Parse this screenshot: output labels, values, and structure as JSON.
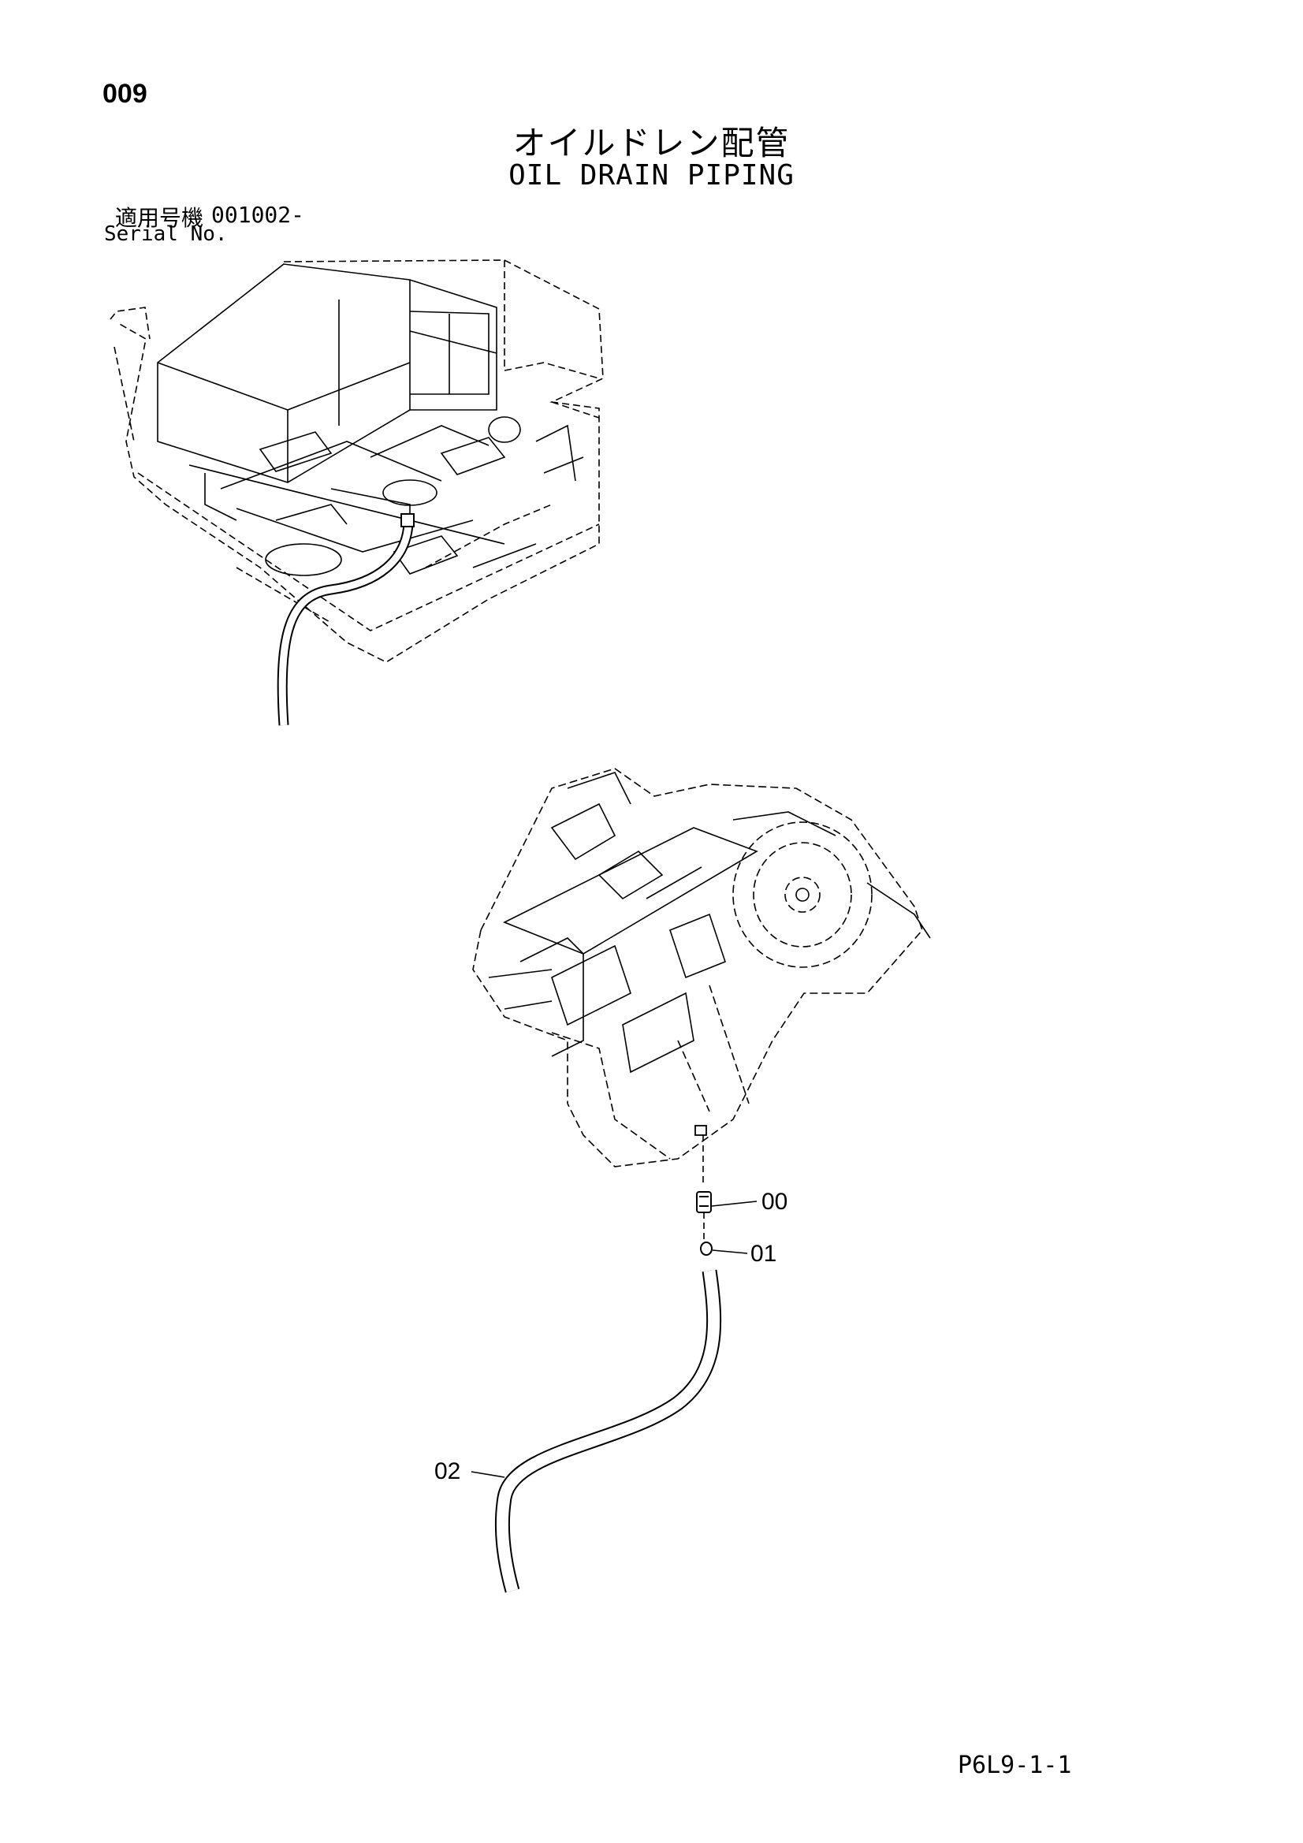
{
  "header": {
    "page_number": "009",
    "title_jp": "オイルドレン配管",
    "title_en": "OIL DRAIN PIPING"
  },
  "serial": {
    "label_jp": "適用号機",
    "value": "001002-",
    "label_en": "Serial No."
  },
  "callouts": {
    "c00": "00",
    "c01": "01",
    "c02": "02"
  },
  "footer": {
    "page_code": "P6L9-1-1"
  }
}
